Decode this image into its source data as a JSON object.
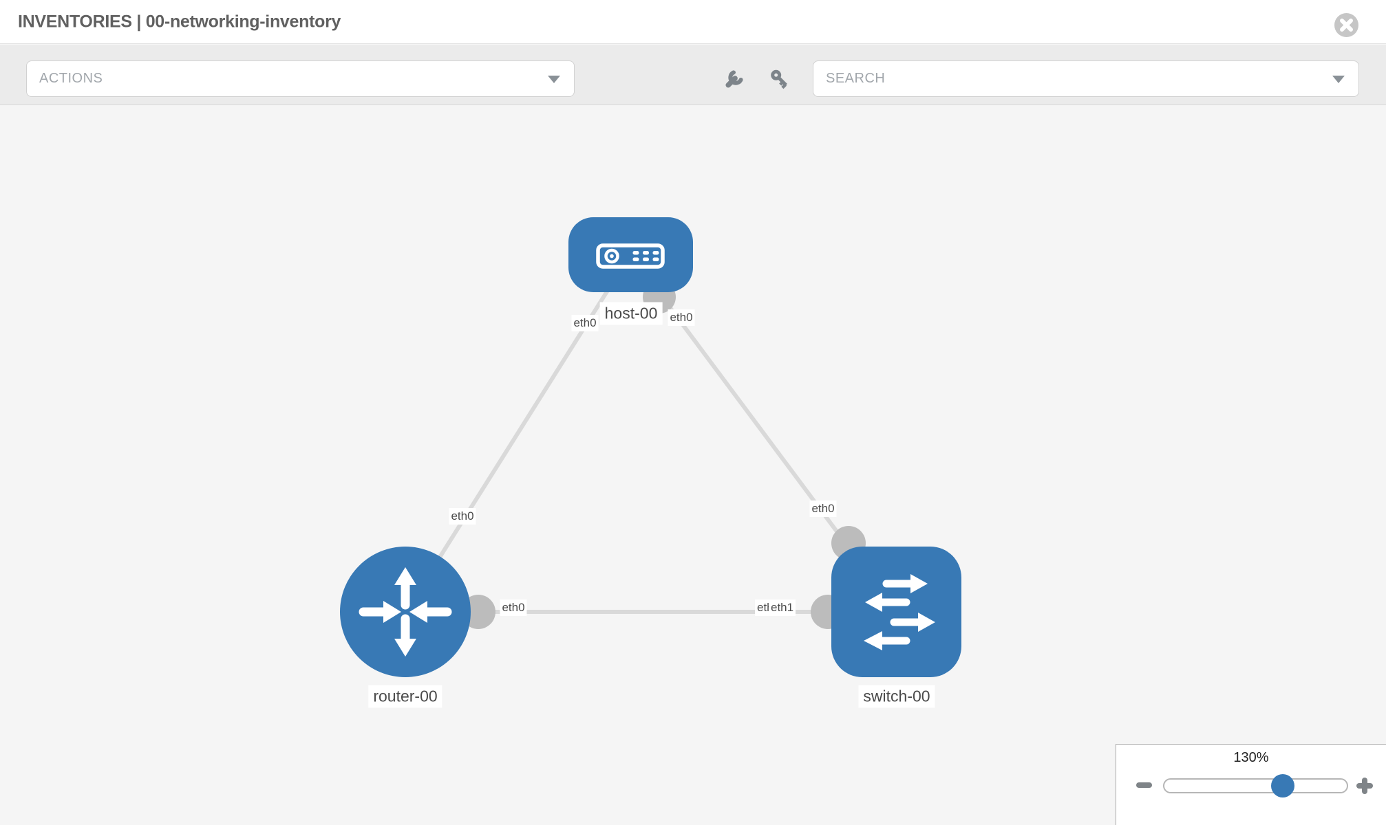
{
  "header": {
    "title": "INVENTORIES | 00-networking-inventory",
    "close_icon": "times-circle"
  },
  "toolbar": {
    "actions_placeholder": "ACTIONS",
    "search_placeholder": "SEARCH",
    "icons": [
      "wrench-icon",
      "key-icon"
    ]
  },
  "diagram": {
    "nodes": [
      {
        "id": "host-00",
        "type": "host",
        "label": "host-00"
      },
      {
        "id": "router-00",
        "type": "router",
        "label": "router-00"
      },
      {
        "id": "switch-00",
        "type": "switch",
        "label": "switch-00"
      }
    ],
    "links": [
      {
        "from": "host-00",
        "to": "router-00",
        "from_iface": "eth0",
        "to_iface": "eth0"
      },
      {
        "from": "host-00",
        "to": "switch-00",
        "from_iface": "eth0",
        "to_iface": "eth0"
      },
      {
        "from": "router-00",
        "to": "switch-00",
        "from_iface": "eth0",
        "to_iface": "eth1",
        "to_iface_overlapped": "eth0"
      }
    ],
    "colors": {
      "node_fill": "#3879b5",
      "link_stroke": "#d9d9d9",
      "connector_fill": "#bcbcbc",
      "canvas_bg": "#f5f5f5"
    }
  },
  "zoom_control": {
    "level": "130%"
  }
}
